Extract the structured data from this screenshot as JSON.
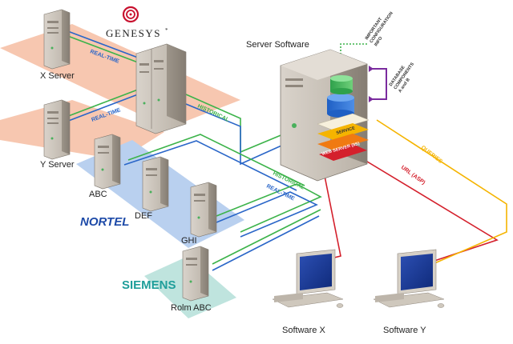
{
  "logos": {
    "genesys": "GENESYS",
    "genesys_mark": "*",
    "nortel": "NORTEL",
    "siemens": "SIEMENS"
  },
  "nodes": {
    "x_server": "X Server",
    "y_server": "Y Server",
    "abc": "ABC",
    "def": "DEF",
    "ghi": "GHI",
    "rolm": "Rolm ABC",
    "server_software": "Server Software",
    "software_x": "Software X",
    "software_y": "Software Y"
  },
  "wires": {
    "realtime_1": "REAL-TIME",
    "realtime_2": "REAL-TIME",
    "realtime_3": "REAL-TIME",
    "historical_1": "HISTORICAL",
    "historical_2": "HISTORICAL",
    "queries": "QUERIES",
    "url": "URL (ASP)"
  },
  "stack": {
    "service": "SERVICE",
    "web_server": "WEB SERVER (IIS)"
  },
  "annotations": {
    "config_info": [
      "IMPORTANT",
      "CONFIGURATION",
      "INFO"
    ],
    "db_components": [
      "DATABASE",
      "COMPONENTS",
      "A and B"
    ]
  },
  "colors": {
    "realtime": "#2a66c8",
    "historical": "#3cb34a",
    "queries": "#f5b400",
    "url": "#d4202c",
    "salmon_zone": "#f7c7b0",
    "blue_zone": "#b9d0ef",
    "teal_zone": "#bfe4de",
    "nortel_blue": "#1d4aa8",
    "siemens_teal": "#1e9e9a",
    "genesys_red": "#c8102e"
  }
}
